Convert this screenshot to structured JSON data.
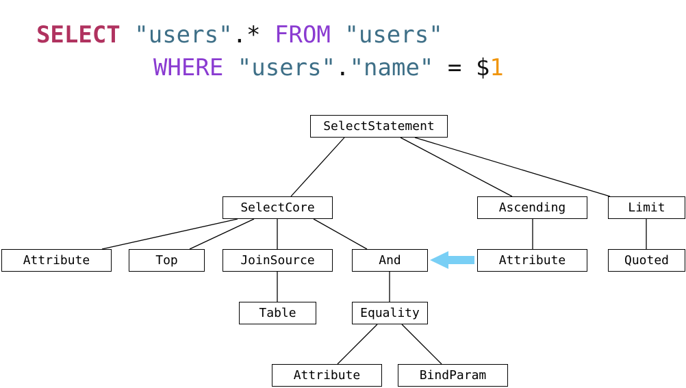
{
  "sql": {
    "line1": [
      {
        "text": "SELECT",
        "role": "keyword-select"
      },
      {
        "text": " ",
        "role": "space"
      },
      {
        "text": "\"users\"",
        "role": "string"
      },
      {
        "text": ".*",
        "role": "operator"
      },
      {
        "text": " ",
        "role": "space"
      },
      {
        "text": "FROM",
        "role": "keyword"
      },
      {
        "text": " ",
        "role": "space"
      },
      {
        "text": "\"users\"",
        "role": "string"
      }
    ],
    "line2": [
      {
        "text": "WHERE",
        "role": "keyword"
      },
      {
        "text": " ",
        "role": "space"
      },
      {
        "text": "\"users\"",
        "role": "string"
      },
      {
        "text": ".",
        "role": "operator"
      },
      {
        "text": "\"name\"",
        "role": "string"
      },
      {
        "text": " = $",
        "role": "operator"
      },
      {
        "text": "1",
        "role": "number"
      }
    ]
  },
  "tree": {
    "select_statement": "SelectStatement",
    "select_core": "SelectCore",
    "ascending": "Ascending",
    "limit": "Limit",
    "attribute_1": "Attribute",
    "top": "Top",
    "join_source": "JoinSource",
    "and": "And",
    "attribute_2": "Attribute",
    "quoted": "Quoted",
    "table": "Table",
    "equality": "Equality",
    "attribute_3": "Attribute",
    "bind_param": "BindParam"
  },
  "colors": {
    "keyword_select": "#b0325f",
    "keyword": "#8a3bd1",
    "string": "#3e6f87",
    "number": "#f0950c",
    "arrow": "#79cff5"
  },
  "arrow": {
    "from": "attribute_2",
    "to": "and",
    "direction": "left"
  }
}
